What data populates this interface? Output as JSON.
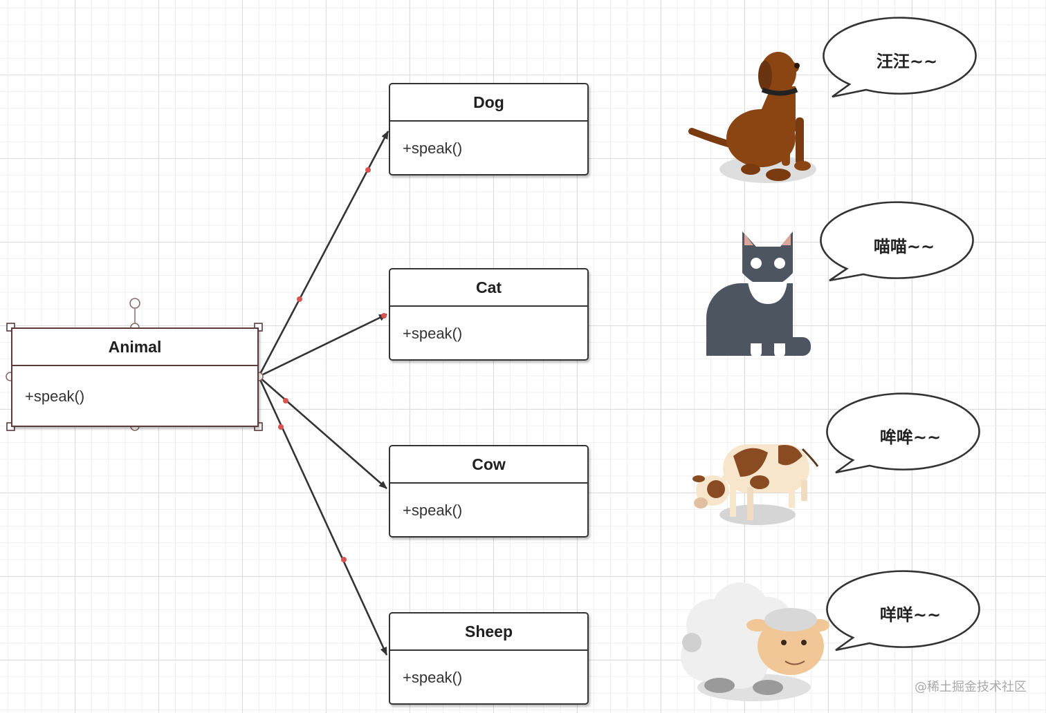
{
  "classes": {
    "animal": {
      "name": "Animal",
      "method": "+speak()"
    },
    "dog": {
      "name": "Dog",
      "method": "+speak()"
    },
    "cat": {
      "name": "Cat",
      "method": "+speak()"
    },
    "cow": {
      "name": "Cow",
      "method": "+speak()"
    },
    "sheep": {
      "name": "Sheep",
      "method": "+speak()"
    }
  },
  "bubbles": {
    "dog": "汪汪~~",
    "cat": "喵喵~~",
    "cow": "哞哞~~",
    "sheep": "咩咩~~"
  },
  "watermark": "@稀土掘金技术社区",
  "colors": {
    "line": "#333333",
    "waypoint": "#d9534f",
    "selection_handle": "#8a6a6a",
    "dog_fur": "#8b4513",
    "cat_body": "#4d5561",
    "cat_ear": "#d8a79a",
    "cow_spot": "#8a4a22",
    "cow_body": "#f7e6cc",
    "sheep_wool": "#efefef",
    "sheep_face": "#f2c797"
  }
}
